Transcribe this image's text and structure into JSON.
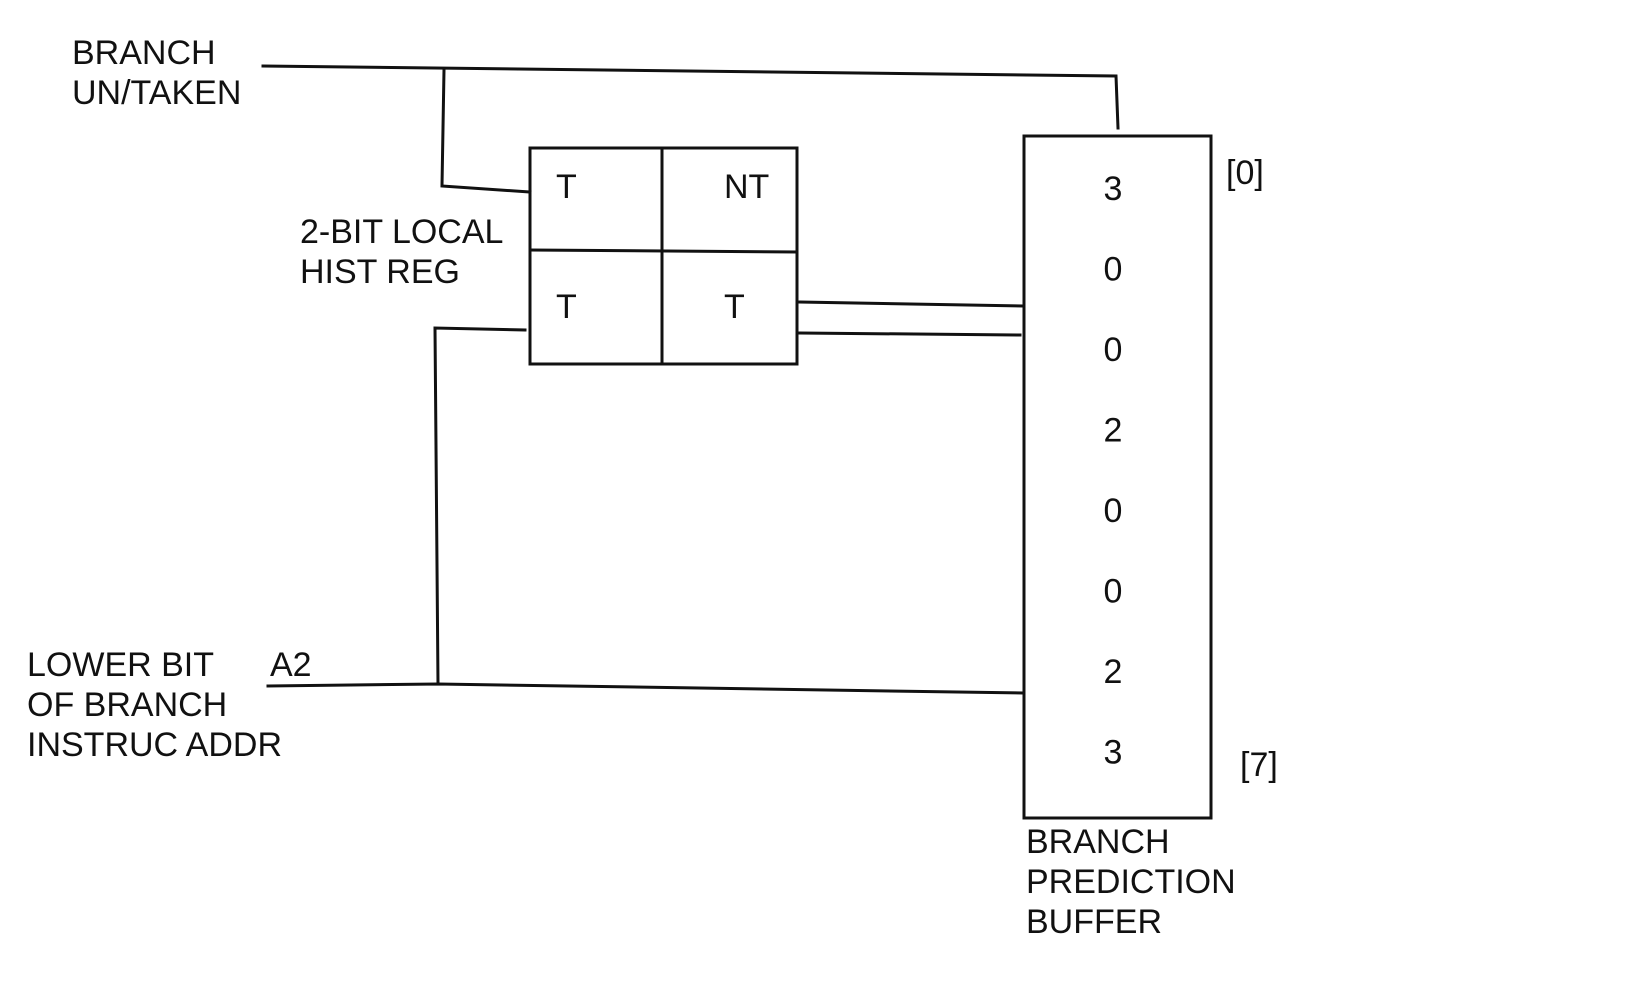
{
  "branch_label": {
    "line1": "BRANCH",
    "line2": "UN/TAKEN"
  },
  "history_register": {
    "label_line1": "2-BIT LOCAL",
    "label_line2": "HIST REG",
    "cells": {
      "top_left": "T",
      "top_right": "NT",
      "bottom_left": "T",
      "bottom_right": "T"
    }
  },
  "address_label": {
    "line1": "LOWER BIT",
    "line2": "OF BRANCH",
    "line3": "INSTRUC ADDR",
    "signal": "A2"
  },
  "buffer": {
    "entries": [
      "3",
      "0",
      "0",
      "2",
      "0",
      "0",
      "2",
      "3"
    ],
    "first_index_label": "[0]",
    "last_index_label": "[7]",
    "label_line1": "BRANCH",
    "label_line2": "PREDICTION",
    "label_line3": "BUFFER"
  }
}
